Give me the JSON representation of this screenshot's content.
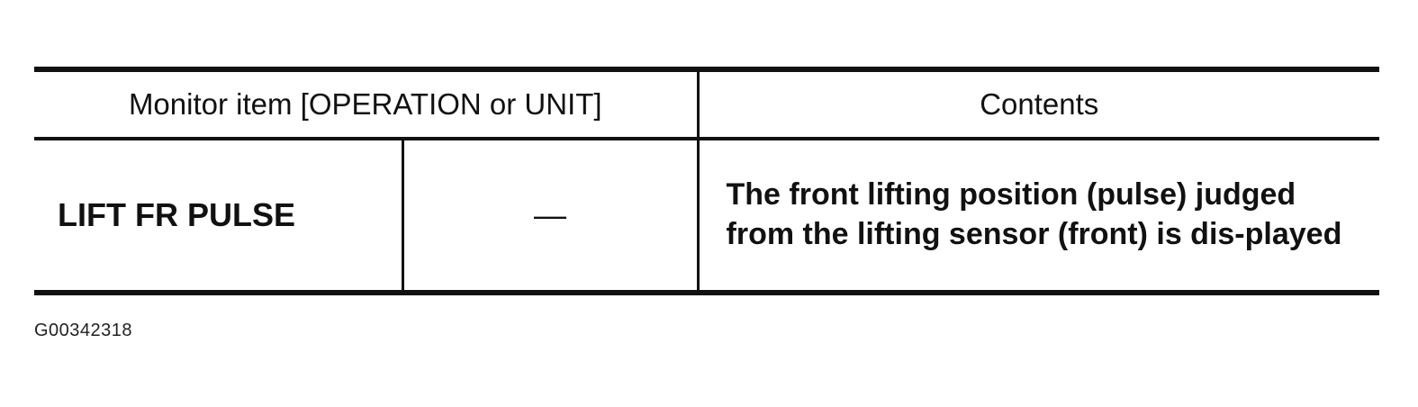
{
  "table": {
    "headers": {
      "monitor_item": "Monitor item [OPERATION or UNIT]",
      "contents": "Contents"
    },
    "rows": [
      {
        "item": "LIFT FR PULSE",
        "unit": "—",
        "contents": "The front lifting position (pulse) judged from the lifting sensor (front) is dis-played"
      }
    ]
  },
  "figure_code": "G00342318"
}
